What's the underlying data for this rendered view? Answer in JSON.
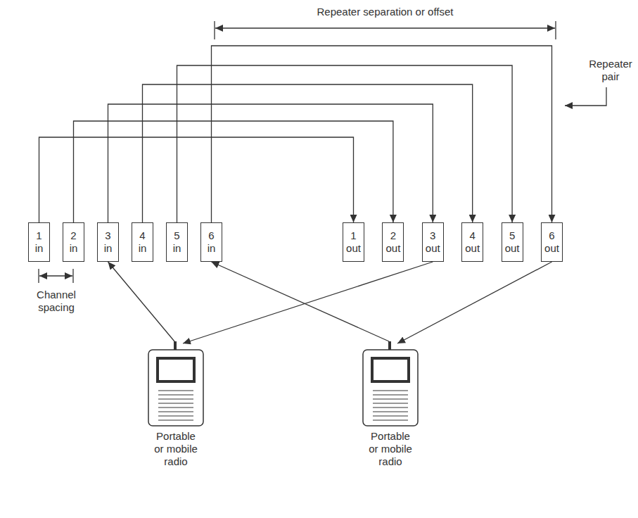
{
  "diagram": {
    "nodes": [
      {
        "text": [
          "1 in"
        ]
      },
      {
        "text": [
          "2 in"
        ]
      },
      {
        "text": [
          "3 in"
        ]
      },
      {
        "text": [
          "4 in"
        ]
      },
      {
        "text": [
          "5 in"
        ]
      },
      {
        "text": [
          "6 in"
        ]
      },
      {
        "text": [
          "1 out"
        ]
      },
      {
        "text": [
          "2 out"
        ]
      },
      {
        "text": [
          "3 out"
        ]
      },
      {
        "text": [
          "4 out"
        ]
      },
      {
        "text": [
          "5 out"
        ]
      },
      {
        "text": [
          "6 out"
        ]
      },
      {
        "text": [
          "Portable or mobile radio"
        ]
      },
      {
        "text": [
          "Portable or mobile radio"
        ]
      }
    ],
    "edges": [
      {
        "from": 0,
        "to": 6,
        "arrow": "to"
      },
      {
        "from": 1,
        "to": 7,
        "arrow": "to"
      },
      {
        "from": 2,
        "to": 8,
        "arrow": "to"
      },
      {
        "from": 3,
        "to": 9,
        "arrow": "to"
      },
      {
        "from": 4,
        "to": 10,
        "arrow": "to"
      },
      {
        "from": 5,
        "to": 11,
        "arrow": "to"
      },
      {
        "from": 12,
        "to": 2,
        "arrow": "to"
      },
      {
        "from": 8,
        "to": 12,
        "arrow": "to"
      },
      {
        "from": 13,
        "to": 5,
        "arrow": "to"
      },
      {
        "from": 11,
        "to": 13,
        "arrow": "to"
      }
    ],
    "labels": [
      "Repeater separation or offset",
      "Repeater pair",
      "Channel spacing"
    ]
  }
}
